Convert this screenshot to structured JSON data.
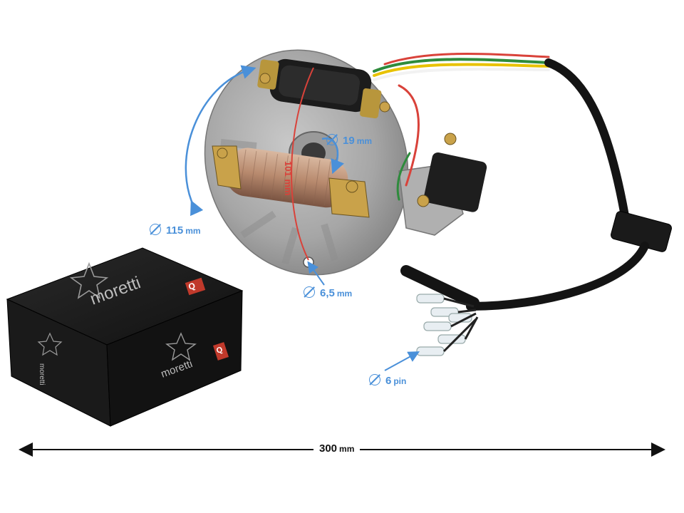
{
  "product": {
    "brand": "moretti",
    "box_badge": "Q"
  },
  "dimensions": {
    "diameter": {
      "value": "115",
      "unit": "mm"
    },
    "shaft": {
      "value": "19",
      "unit": "mm"
    },
    "hole_spacing": {
      "value": "101",
      "unit": "mm"
    },
    "hole": {
      "value": "6,5",
      "unit": "mm"
    },
    "connector": {
      "value": "6",
      "unit": "pin"
    },
    "total_length": {
      "value": "300",
      "unit": "mm"
    }
  },
  "colors": {
    "annotation_blue": "#4a90d9",
    "annotation_red": "#d9423a",
    "box_black": "#161616",
    "stator_gray": "#a9a9a9"
  },
  "wires": [
    "#2e8b3c",
    "#e8c200",
    "#ffffff",
    "#d9423a",
    "#1a1a1a"
  ]
}
